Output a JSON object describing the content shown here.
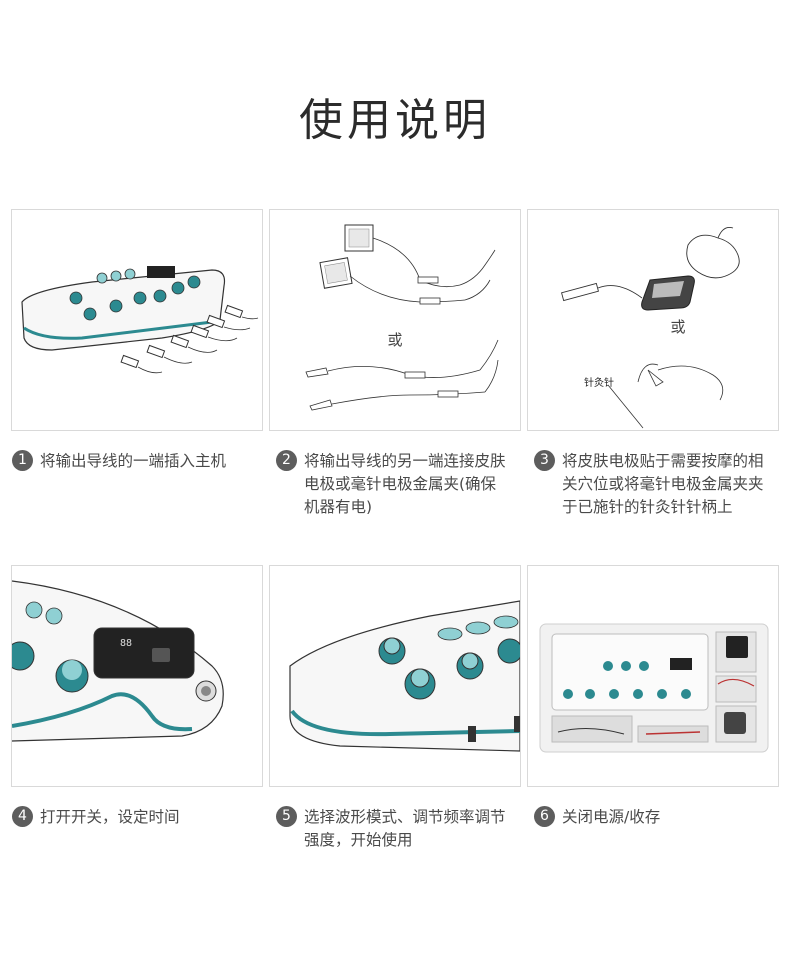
{
  "page": {
    "title": "使用说明"
  },
  "panels": [
    {
      "or_text": ""
    },
    {
      "or_text": "或"
    },
    {
      "or_text": "或",
      "needle_label": "针灸针"
    }
  ],
  "steps": [
    {
      "number": "1",
      "text": "将输出导线的一端插入主机"
    },
    {
      "number": "2",
      "text": "将输出导线的另一端连接皮肤电极或毫针电极金属夹(确保机器有电)"
    },
    {
      "number": "3",
      "text": "将皮肤电极贴于需要按摩的相关穴位或将毫针电极金属夹夹于已施针的针灸针针柄上"
    },
    {
      "number": "4",
      "text": "打开开关，设定时间"
    },
    {
      "number": "5",
      "text": "选择波形模式、调节频率调节强度，开始使用"
    },
    {
      "number": "6",
      "text": "关闭电源/收存"
    }
  ],
  "colors": {
    "accent": "#2c8a90",
    "accent_light": "#8fd0d3",
    "line": "#333333"
  }
}
